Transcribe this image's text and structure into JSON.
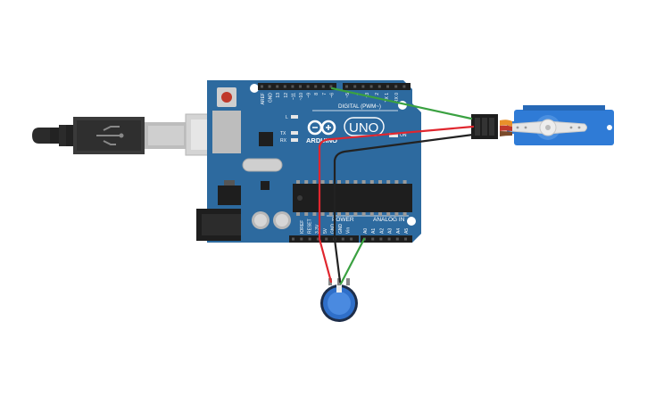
{
  "board": {
    "brand": "ARDUINO",
    "model": "UNO",
    "on_label": "ON",
    "l_label": "L",
    "tx_label": "TX",
    "rx_label": "RX",
    "digital_header": "DIGITAL (PWM~)",
    "power_header": "POWER",
    "analog_header": "ANALOG IN",
    "digital_pins": [
      "AREF",
      "GND",
      "13",
      "12",
      "~11",
      "~10",
      "~9",
      "8",
      "7",
      "~6",
      "~5",
      "4",
      "~3",
      "2",
      "TX 1",
      "RX 0"
    ],
    "power_pins": [
      "IOREF",
      "RESET",
      "3.3V",
      "5V",
      "GND",
      "GND",
      "Vin"
    ],
    "analog_pins": [
      "A0",
      "A1",
      "A2",
      "A3",
      "A4",
      "A5"
    ]
  },
  "colors": {
    "board": "#2d6a9f",
    "board_dark": "#24578a",
    "wire_green": "#3aa141",
    "wire_red": "#e0262e",
    "wire_black": "#222222",
    "servo": "#2f7bd6",
    "pot": "#2f6fc9"
  },
  "icons": {
    "usb_cable": "usb-cable-icon",
    "servo": "servo-motor-icon",
    "pot": "potentiometer-icon"
  }
}
